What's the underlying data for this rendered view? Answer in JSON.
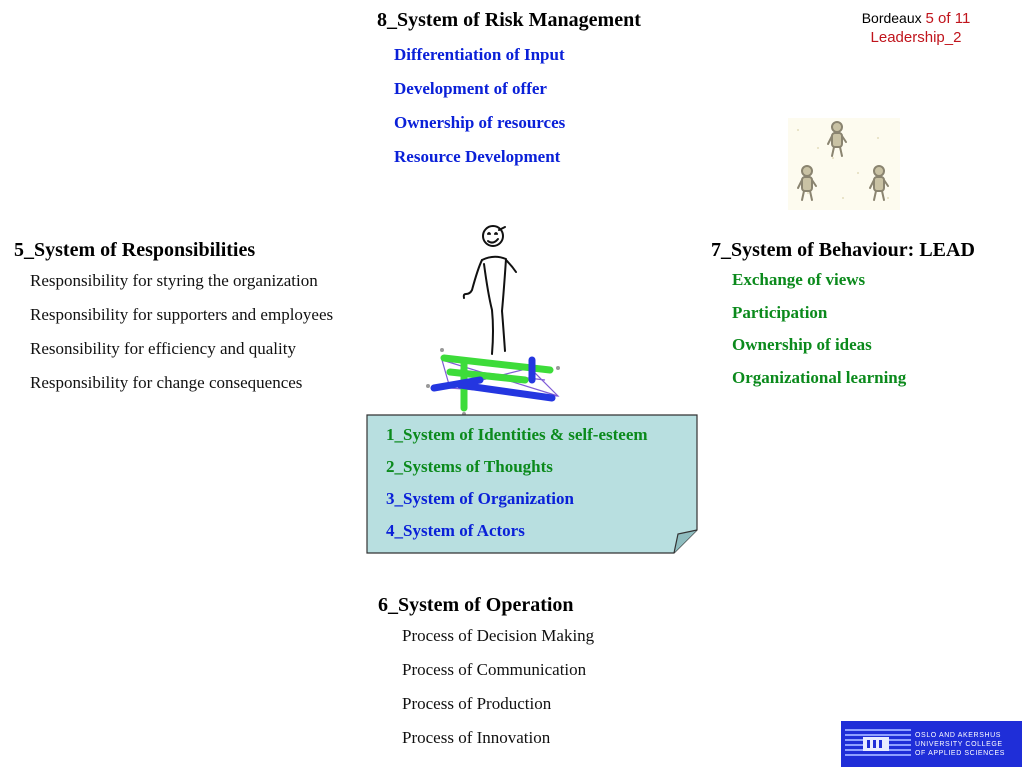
{
  "header": {
    "location": "Bordeaux",
    "page": "5 of 11",
    "subtitle": "Leadership_2"
  },
  "risk": {
    "title": "8_System of Risk Management",
    "items": [
      "Differentiation of Input",
      "Development of offer",
      "Ownership of resources",
      "Resource Development"
    ]
  },
  "responsibilities": {
    "title": "5_System of Responsibilities",
    "items": [
      "Responsibility for styring the organization",
      "Responsibility for supporters and employees",
      "Resonsibility for efficiency and quality",
      "Responsibility for change consequences"
    ]
  },
  "behaviour": {
    "title": "7_System of Behaviour: LEAD",
    "items": [
      "Exchange of views",
      "Participation",
      "Ownership of ideas",
      "Organizational learning"
    ]
  },
  "core": {
    "items": [
      "1_System of Identities & self-esteem",
      "2_Systems of Thoughts",
      "3_System of Organization",
      "4_System of Actors"
    ],
    "colors": [
      "#0b8a1c",
      "#0b8a1c",
      "#0a20d8",
      "#0a20d8"
    ]
  },
  "operation": {
    "title": "6_System of Operation",
    "items": [
      "Process of Decision Making",
      "Process of Communication",
      "Process of Production",
      "Process of Innovation"
    ]
  },
  "logo": {
    "lines": [
      "OSLO AND AKERSHUS",
      "UNIVERSITY COLLEGE",
      "OF APPLIED SCIENCES"
    ]
  },
  "colors": {
    "blue": "#0a20d8",
    "green": "#0b8a1c",
    "red": "#c0141c",
    "note_fill": "#b8dfe0",
    "logo_bg": "#1f2ed8"
  },
  "icons": [
    "stick-figure-icon",
    "network-graph-icon",
    "figure-group-icon",
    "college-logo-icon"
  ]
}
